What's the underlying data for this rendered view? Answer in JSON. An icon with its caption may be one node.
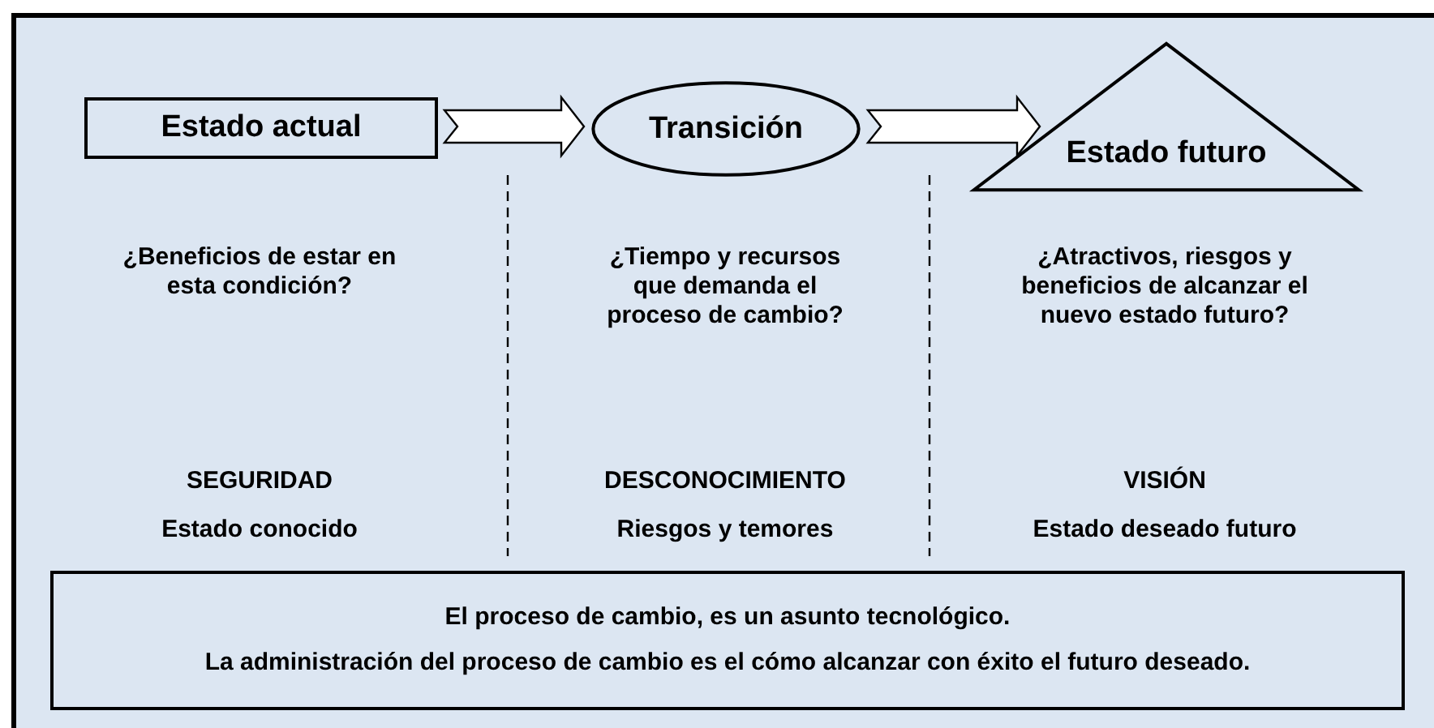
{
  "diagram": {
    "nodes": [
      {
        "text": [
          "Estado actual"
        ]
      },
      {
        "text": [
          "Transición"
        ]
      },
      {
        "text": [
          "Estado futuro"
        ]
      },
      {
        "text": [
          "El proceso de cambio, es un asunto tecnológico.",
          "La administración del proceso de cambio es el cómo alcanzar con éxito el futuro deseado."
        ]
      }
    ],
    "edges": [
      {
        "from": 0,
        "to": 1,
        "arrow": "to"
      },
      {
        "from": 1,
        "to": 2,
        "arrow": "to"
      }
    ],
    "labels": [
      "¿Beneficios de estar en esta condición?",
      "¿Tiempo y recursos que demanda el proceso de cambio?",
      "¿Atractivos, riesgos y beneficios de alcanzar el nuevo estado futuro?",
      "SEGURIDAD",
      "DESCONOCIMIENTO",
      "VISIÓN",
      "Estado conocido",
      "Riesgos y temores",
      "Estado deseado futuro"
    ]
  }
}
